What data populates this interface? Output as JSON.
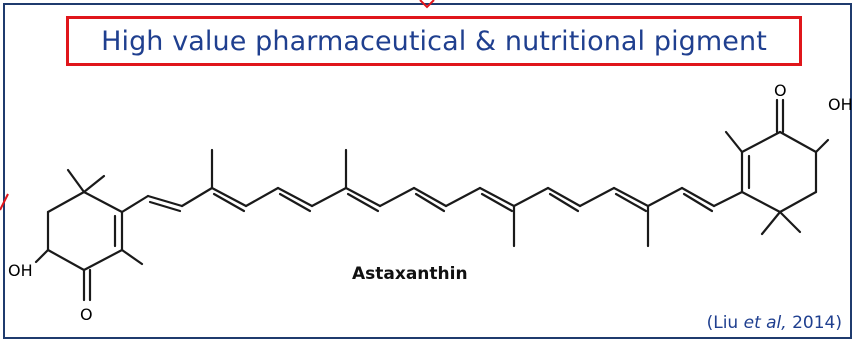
{
  "title": "High value pharmaceutical & nutritional pigment",
  "compound_name": "Astaxanthin",
  "atom_labels": {
    "oh_left": "OH",
    "o_left": "O",
    "o_right": "O",
    "oh_right": "OH"
  },
  "citation": {
    "open": "(Liu ",
    "italic": "et al,",
    "close": " 2014)"
  },
  "colors": {
    "frame_border": "#1f3b6e",
    "title_border": "#e0161b",
    "title_text": "#1f3f8f",
    "citation_text": "#1f3f8f"
  }
}
